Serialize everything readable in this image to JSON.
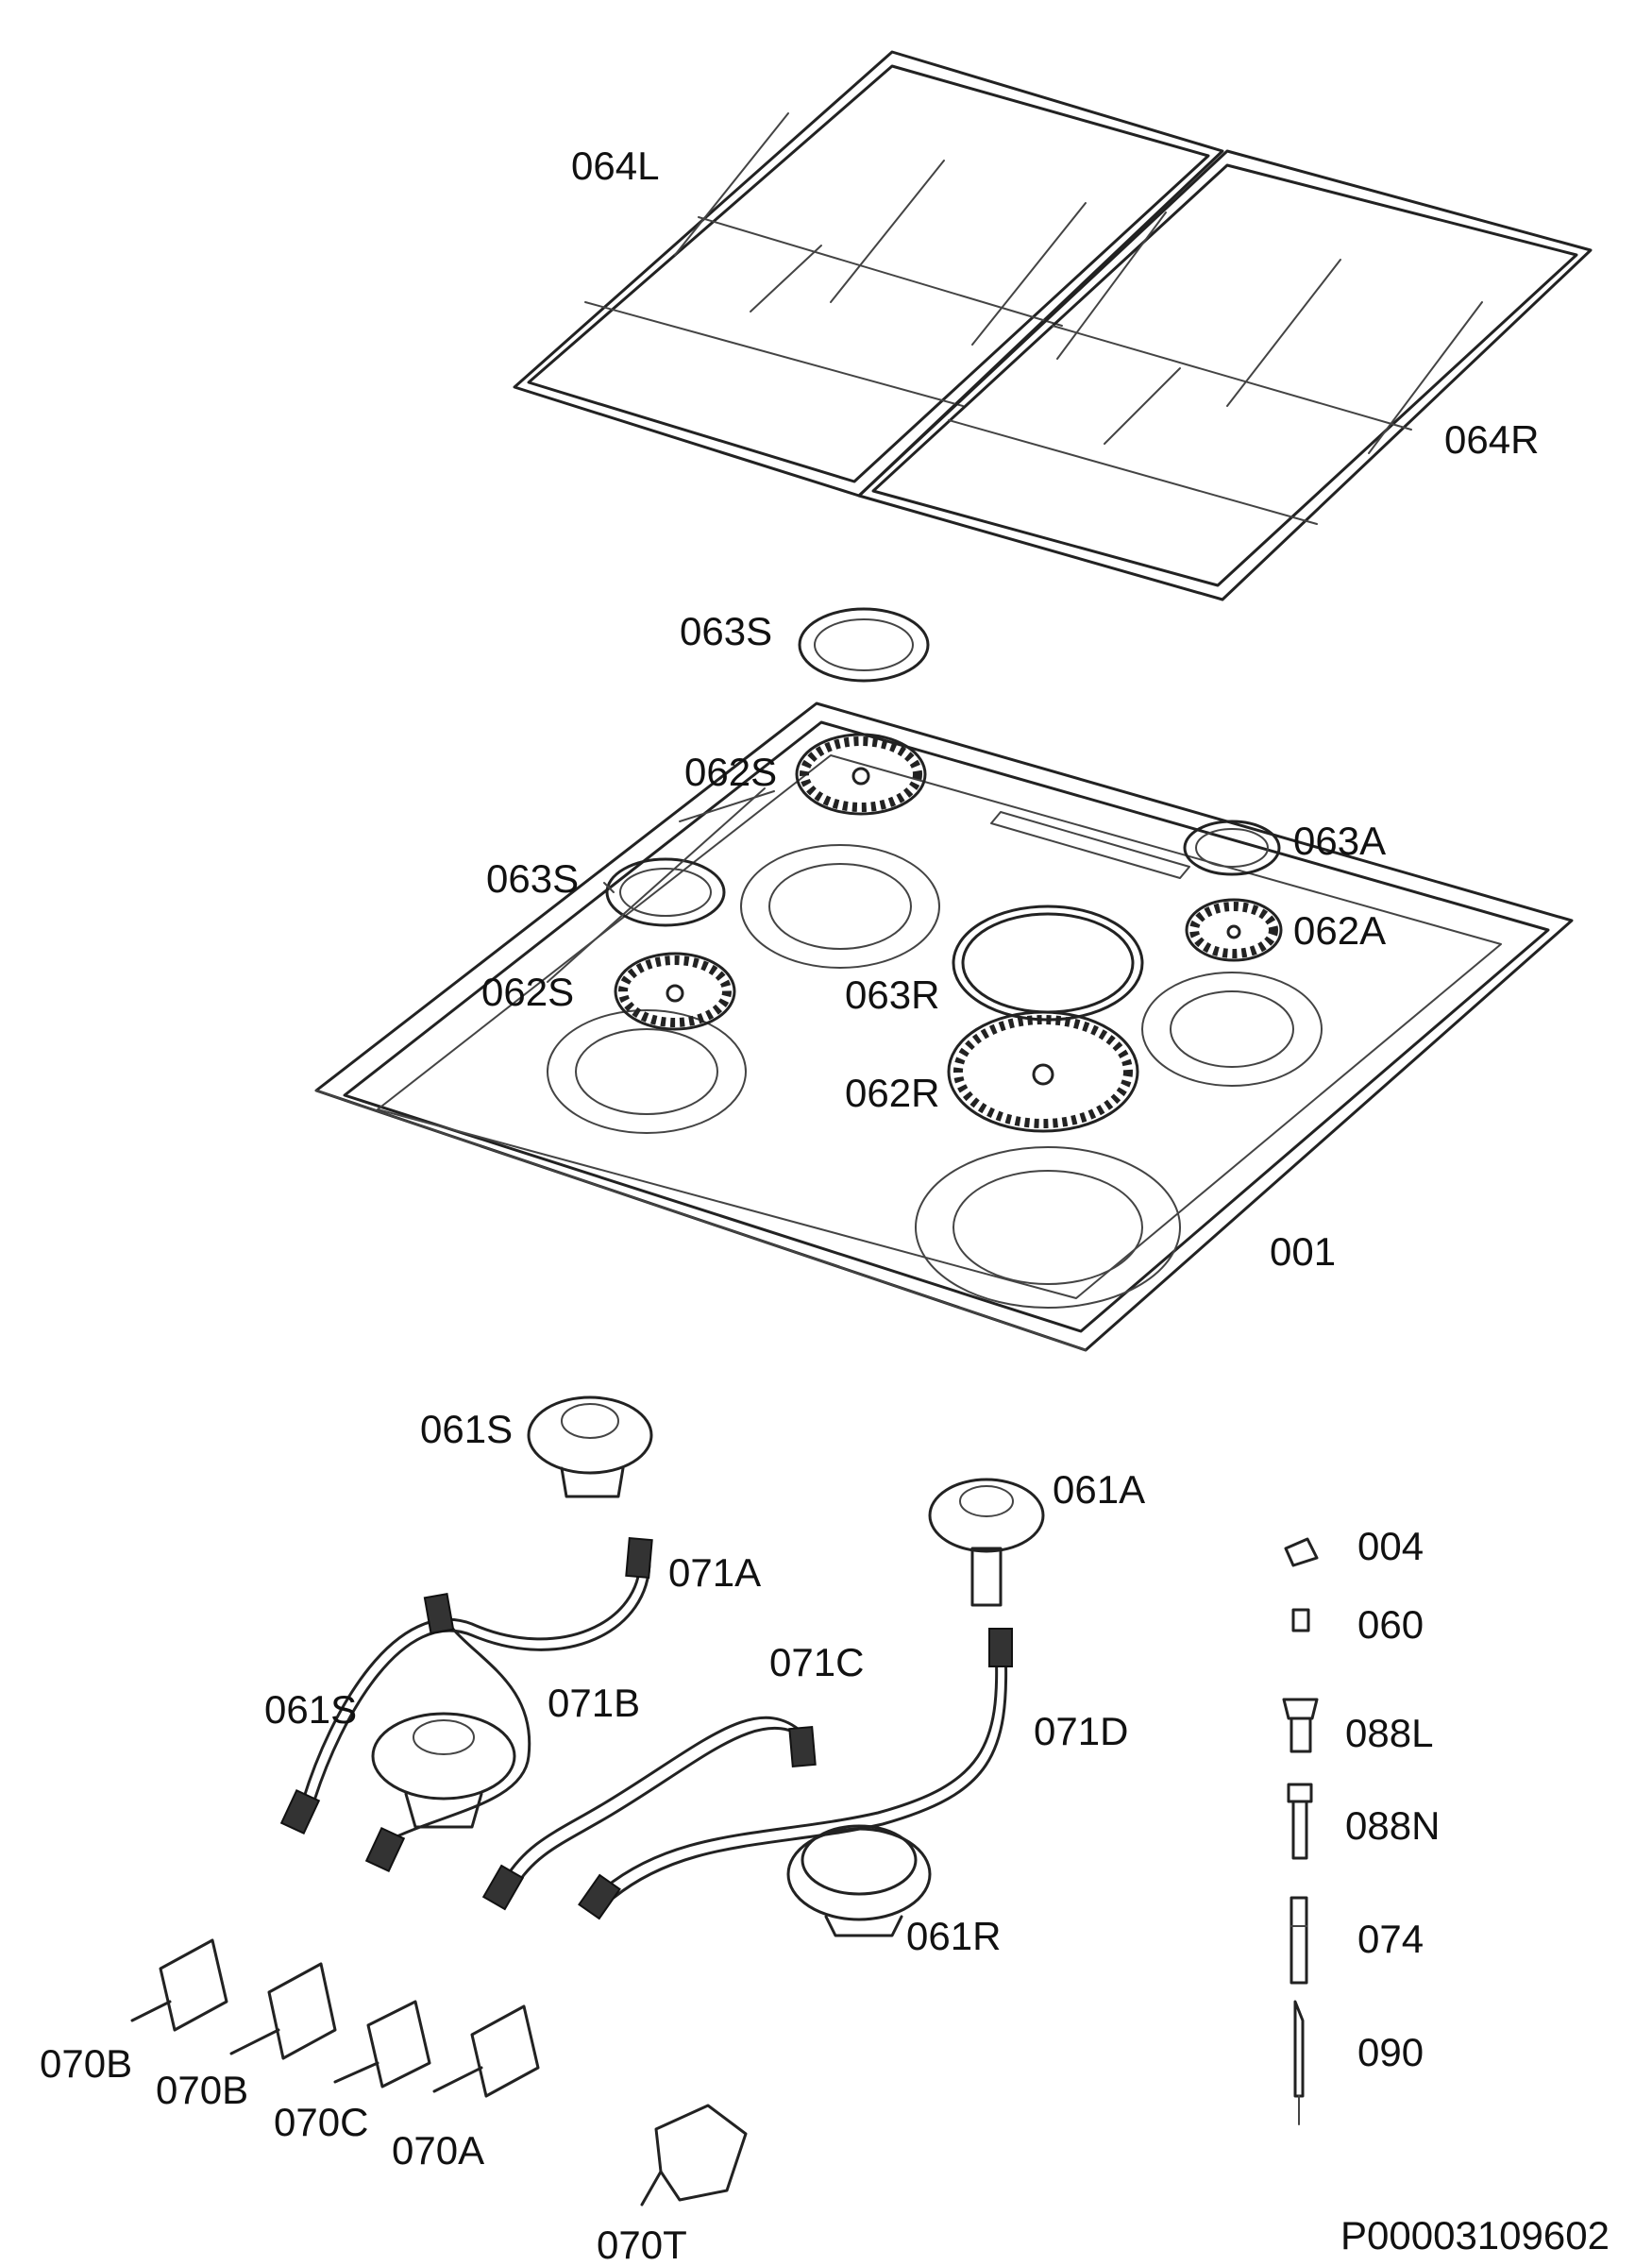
{
  "diagram": {
    "labels": {
      "grid_left": "064L",
      "grid_right": "064R",
      "cap_top": "063S",
      "burner_top": "062S",
      "cap_aux": "063A",
      "cap_left": "063S",
      "burner_aux": "062A",
      "burner_left": "062S",
      "cap_rapid": "063R",
      "burner_rapid": "062R",
      "hob": "001",
      "base_top": "061S",
      "base_aux": "061A",
      "screw": "004",
      "nut": "060",
      "pipe_a": "071A",
      "pipe_c": "071C",
      "base_left": "061S",
      "pipe_b": "071B",
      "pipe_d": "071D",
      "injector_l": "088L",
      "injector_n": "088N",
      "base_rapid": "061R",
      "thermocouple": "074",
      "igniter": "090",
      "tap_1": "070B",
      "tap_2": "070B",
      "tap_3": "070C",
      "tap_4": "070A",
      "tap_t": "070T",
      "drawing_code": "P00003109602"
    }
  }
}
